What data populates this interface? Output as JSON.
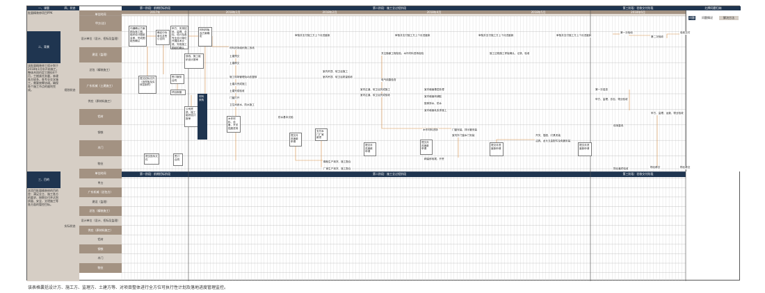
{
  "header": {
    "col1": "一、课题",
    "col2": "四、状态",
    "row_label": "单位时间",
    "phase1": "第一阶段：前期招标阶段",
    "phase2": "第二阶段：施工全过程阶段",
    "phase3": "第三阶段：验收交付阶段",
    "phase4": "红牌问题归纳",
    "years": [
      "2017年",
      "2018年1月",
      "2018年2月",
      "2018年4月",
      "2018年5月",
      "2018年6月"
    ]
  },
  "problem_panel": {
    "badge": "问题",
    "r1": "问题情况",
    "r2": "解决方法"
  },
  "left": {
    "topic": "批量精装修项目PPK",
    "section2": "二、背景",
    "bg_text": "该批量精装修工程计划于2018年1月份开始施工，整体合同约定工期仅4个月，工期紧任务重，参建各方较多，各专业交叉施工，需要统筹协调，确保各个施工节点的顺利完成。",
    "status1": "规划状态",
    "section3": "三、目的",
    "purpose_text": "本项目批量精装修的目的是：满足业主、施工各方的要求、按期交付并达到质量、安全、文明施工等各方面的管控目标。",
    "status2": "实际状态"
  },
  "rows_top": [
    "甲方(总)",
    "设计单位（设计、招标及监理）",
    "建设（监理）",
    "总包（精装施工）",
    "广东机械（土建施工）",
    "供应（原材料施工）",
    "铝材",
    "钢铁",
    "木门",
    "物业"
  ],
  "rows_bottom": [
    "单位时间",
    "甲方",
    "广东机械（总包方）",
    "建设（监理）",
    "总包（精装施工）",
    "设计单位（设计、招标及监理）",
    "供应（原材料施工）",
    "铝材",
    "钢铁",
    "木门",
    "物业"
  ],
  "boxes": [
    "沟通确认方案图及施工图，组织设计图纸会审，完成图纸的确认",
    "确定中标单位并签订合同",
    "甲方、安排招采、监理、总包、设计及各专业设计单位开展技术交底，完成施工图纸的确认",
    "材料样板及方案确定",
    "提交招标文件（含样板及实体控制样）",
    "签订服务合同",
    "项目报建",
    "公司资质、施工组织设计报审",
    "放线、施工组织设计报审",
    "提交投标文件",
    "签订合同",
    "木作材料、设备、开关插座进场",
    "材料采购",
    "提交月进度款申请",
    "支付木门厂家款项",
    "提交月进度款申请",
    "提交月进度款申请",
    "提交月进度款申请",
    "提交月进度款申请"
  ],
  "tasks": [
    "材料进场组织施工放线",
    "土建预交",
    "土建移交",
    "施工现场管理及动态复核",
    "土建月完成施工",
    "土建完成验收",
    "门窗打开",
    "卫生间闭水、防水施工",
    "防水基本试验",
    "室内吊顶、软卫浴施工",
    "室内吊顶、软卫浴质量验收",
    "室内过道、软卫浴完成施工",
    "室内过道、软卫浴完成验收",
    "审核并支付施工方上个月进度款",
    "审核并支付施工方上个月进度款",
    "审核并支付施工方上个月进度款",
    "审核并支付施工方上个月进度款",
    "关注隐蔽工程检验，木作材料进场检验",
    "施工过程施工样板确认、记录、验收",
    "电气线路检查",
    "室内墙面基层处理",
    "室内墙面砖铺贴",
    "厨房排水、防水",
    "室内墙面乳胶漆施工",
    "木作材料进场",
    "橱柜生产到货、施工配合",
    "厂家生产到货、施工配合",
    "门窗安装、排污管安装",
    "室内外门窗木门安装",
    "开关、插座、灯具安装",
    "洁具、龙头五金配件及电器安装",
    "精装修收尾、开荒",
    "第一次巡查",
    "甲方、监理、总包、物业验收",
    "物业最终验收",
    "现场整改",
    "第一次验收",
    "第二次验收",
    "验收交付",
    "甲方、监理、运营、物业验收",
    "物业移交",
    "物业移交"
  ],
  "footnote": "该表格囊括设计方、施工方、监理方、土建方等、对项目整体进行全方位可执行性计划及落地进度管理监控。"
}
